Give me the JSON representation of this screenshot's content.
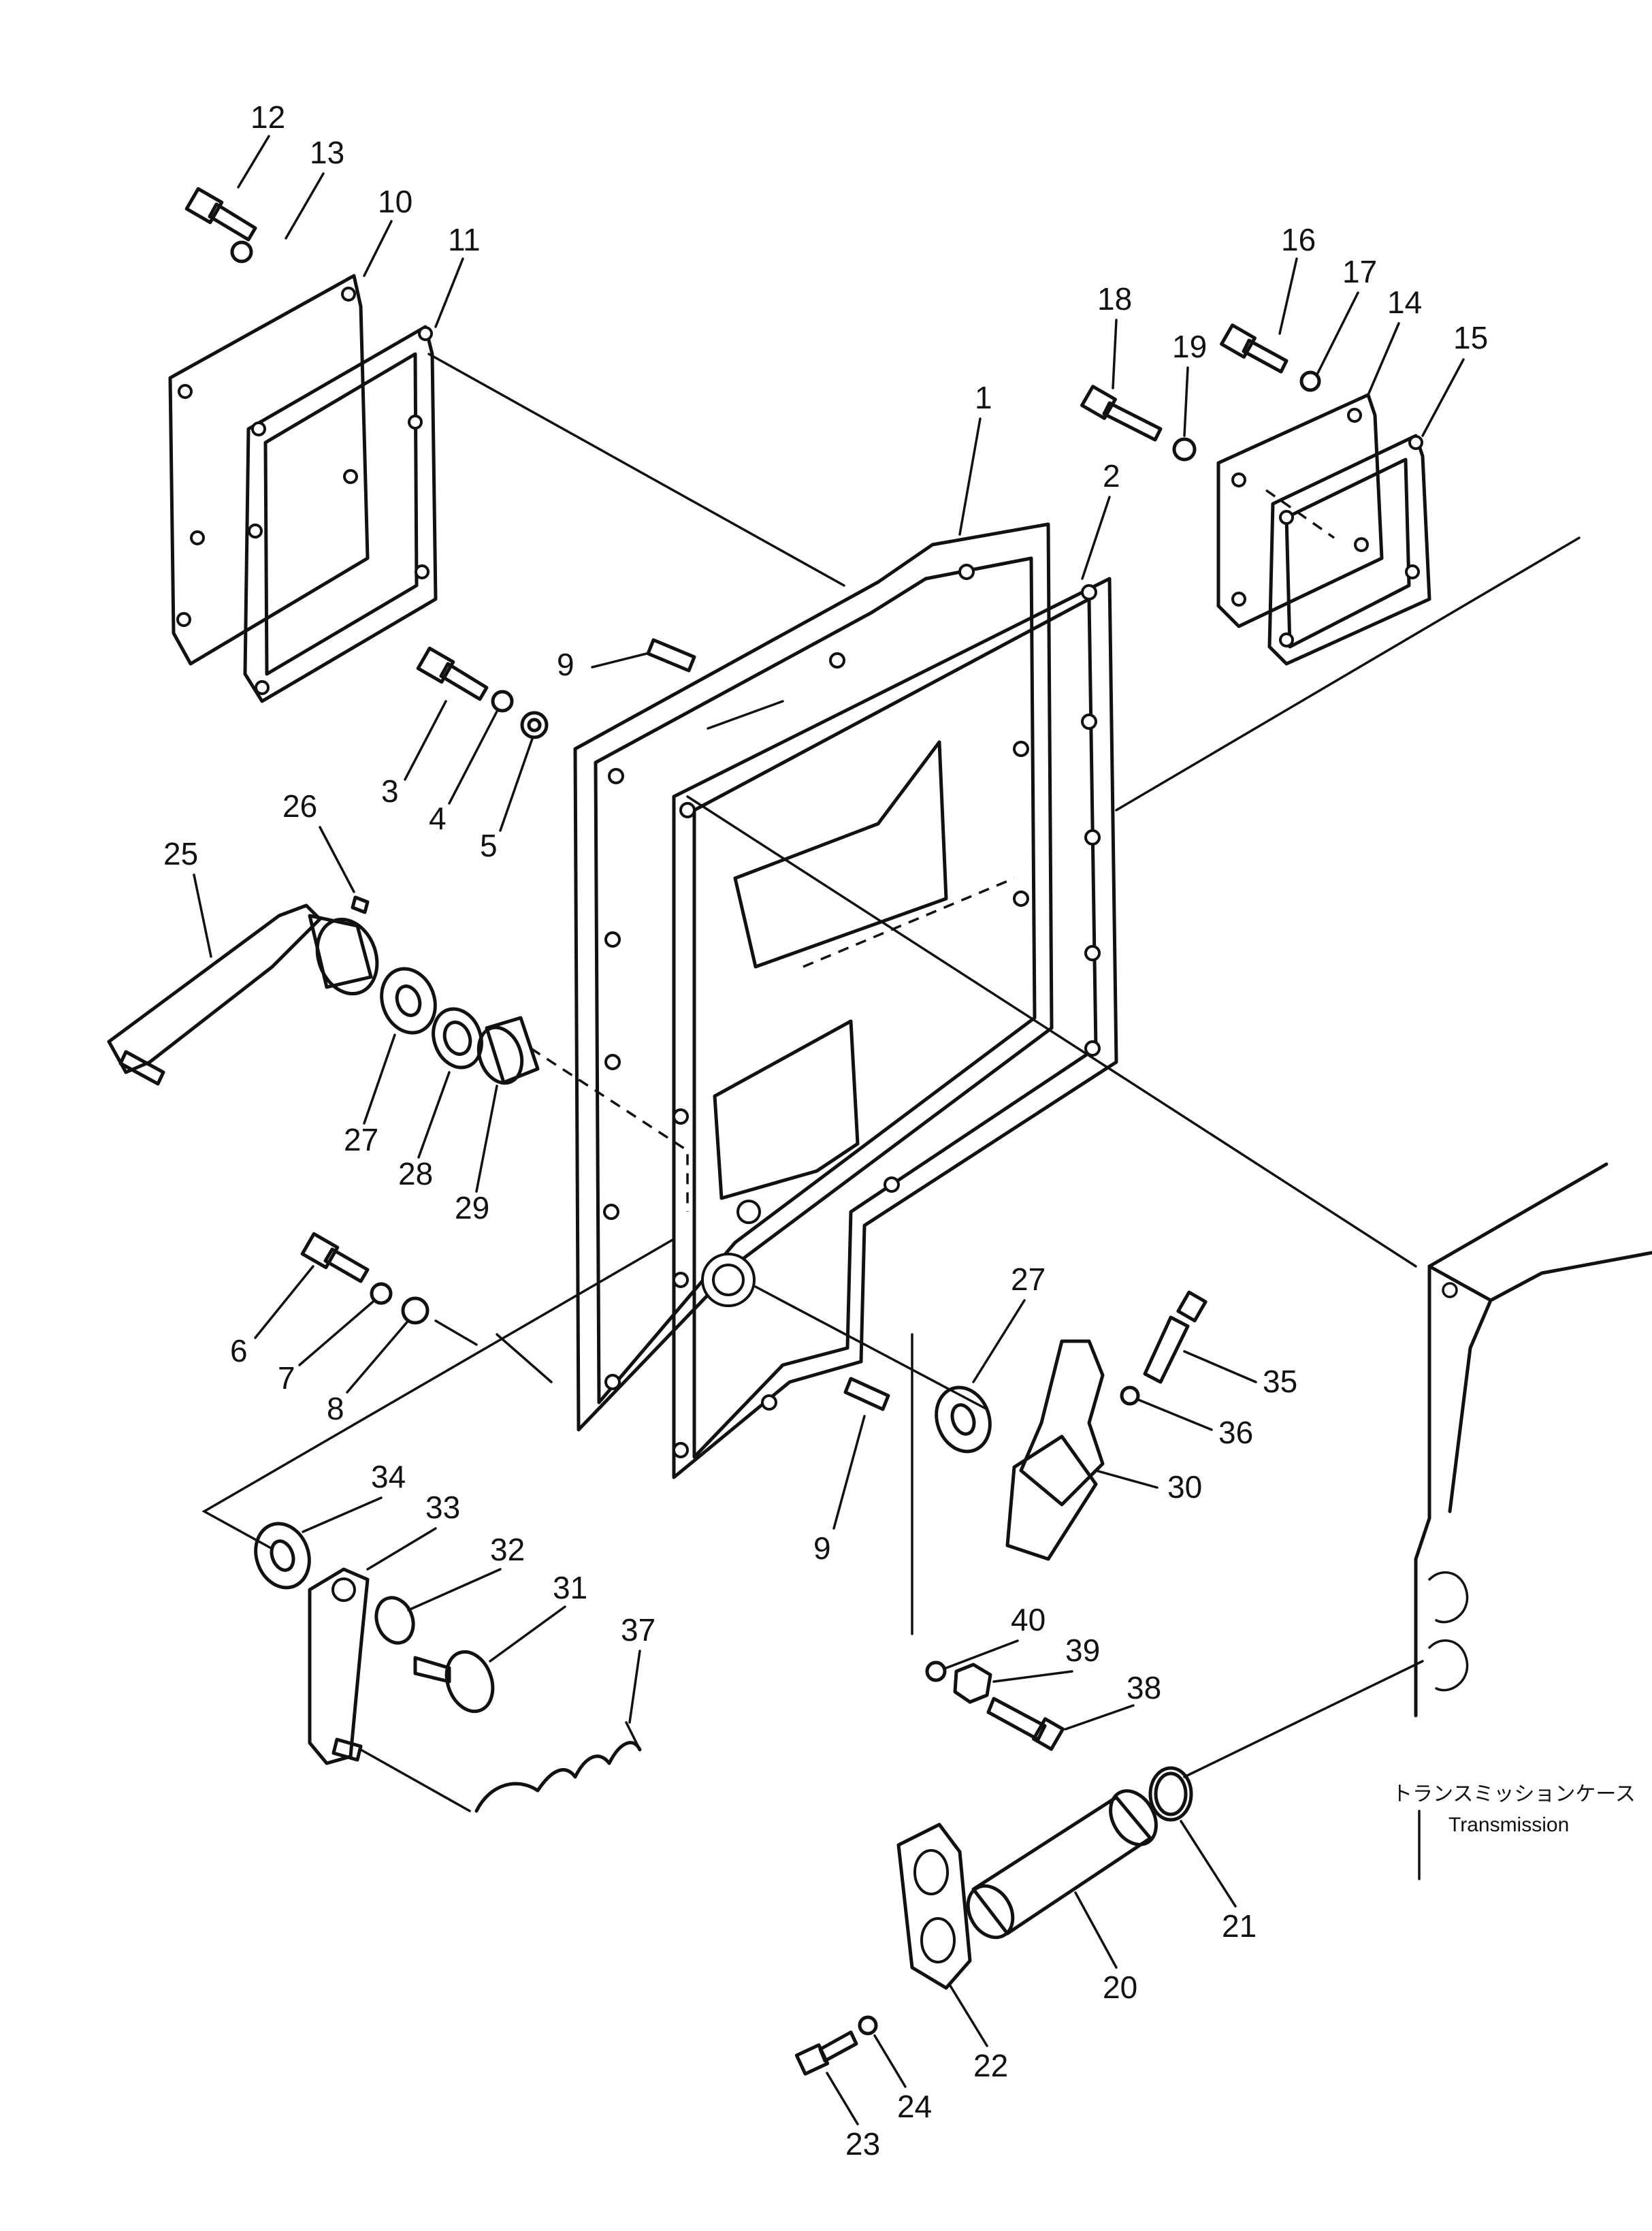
{
  "labels": {
    "p1": "1",
    "p2": "2",
    "p3": "3",
    "p4": "4",
    "p5": "5",
    "p6": "6",
    "p7": "7",
    "p8": "8",
    "p9a": "9",
    "p9b": "9",
    "p10": "10",
    "p11": "11",
    "p12": "12",
    "p13": "13",
    "p14": "14",
    "p15": "15",
    "p16": "16",
    "p17": "17",
    "p18": "18",
    "p19": "19",
    "p20": "20",
    "p21": "21",
    "p22": "22",
    "p23": "23",
    "p24": "24",
    "p25": "25",
    "p26": "26",
    "p27a": "27",
    "p27b": "27",
    "p28": "28",
    "p29": "29",
    "p30": "30",
    "p31": "31",
    "p32": "32",
    "p33": "33",
    "p34": "34",
    "p35": "35",
    "p36": "36",
    "p37": "37",
    "p38": "38",
    "p39": "39",
    "p40": "40"
  },
  "note": {
    "jp": "トランスミッションケース",
    "en": "Transmission"
  }
}
